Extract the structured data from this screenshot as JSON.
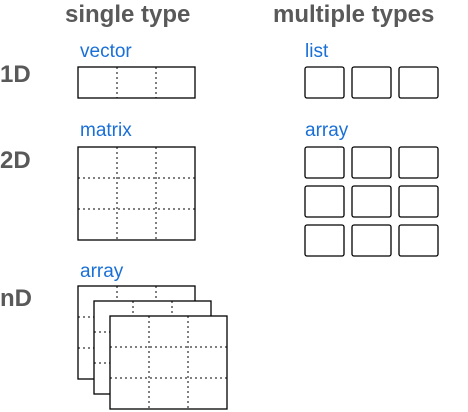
{
  "headers": {
    "single": "single type",
    "multiple": "multiple types"
  },
  "rows": {
    "one_d": "1D",
    "two_d": "2D",
    "n_d": "nD"
  },
  "titles": {
    "vector": "vector",
    "matrix": "matrix",
    "nd_array": "array",
    "list": "list",
    "array_2d": "array"
  },
  "colors": {
    "label": "#595959",
    "title": "#1a6fd6",
    "line": "#000000"
  }
}
